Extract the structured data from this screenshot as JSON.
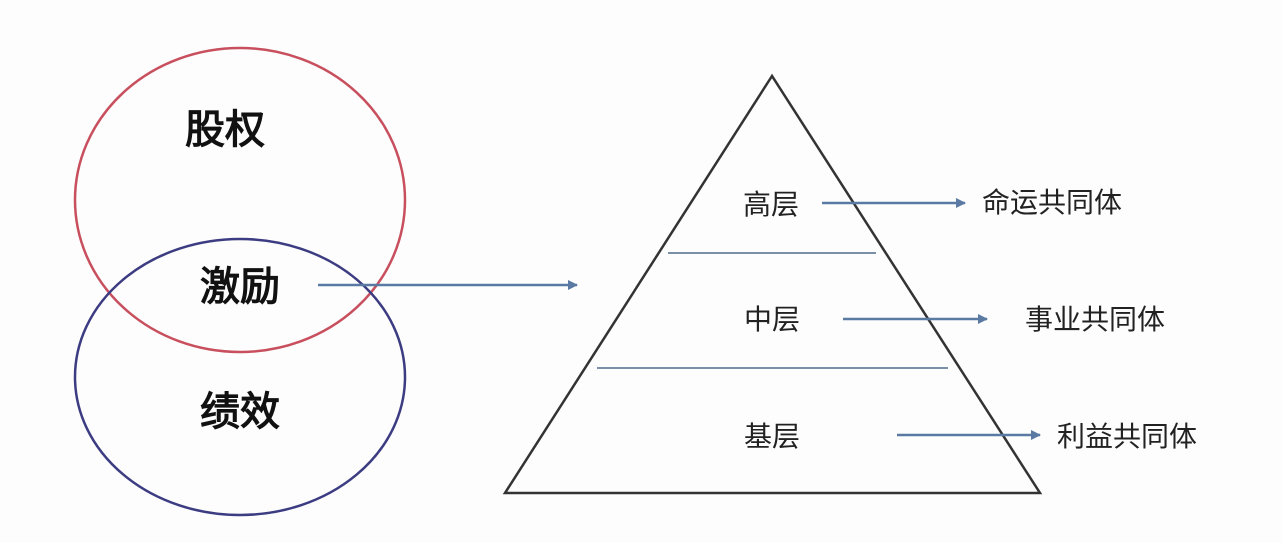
{
  "venn": {
    "top_label": "股权",
    "middle_label": "激励",
    "bottom_label": "绩效"
  },
  "pyramid": {
    "levels": [
      {
        "label": "高层",
        "result": "命运共同体"
      },
      {
        "label": "中层",
        "result": "事业共同体"
      },
      {
        "label": "基层",
        "result": "利益共同体"
      }
    ]
  },
  "colors": {
    "top_circle": "#c8505e",
    "bottom_circle": "#3c3c82",
    "arrow": "#5a7aa3",
    "pyramid_outline": "#333333",
    "divider": "#7a8fa8"
  }
}
